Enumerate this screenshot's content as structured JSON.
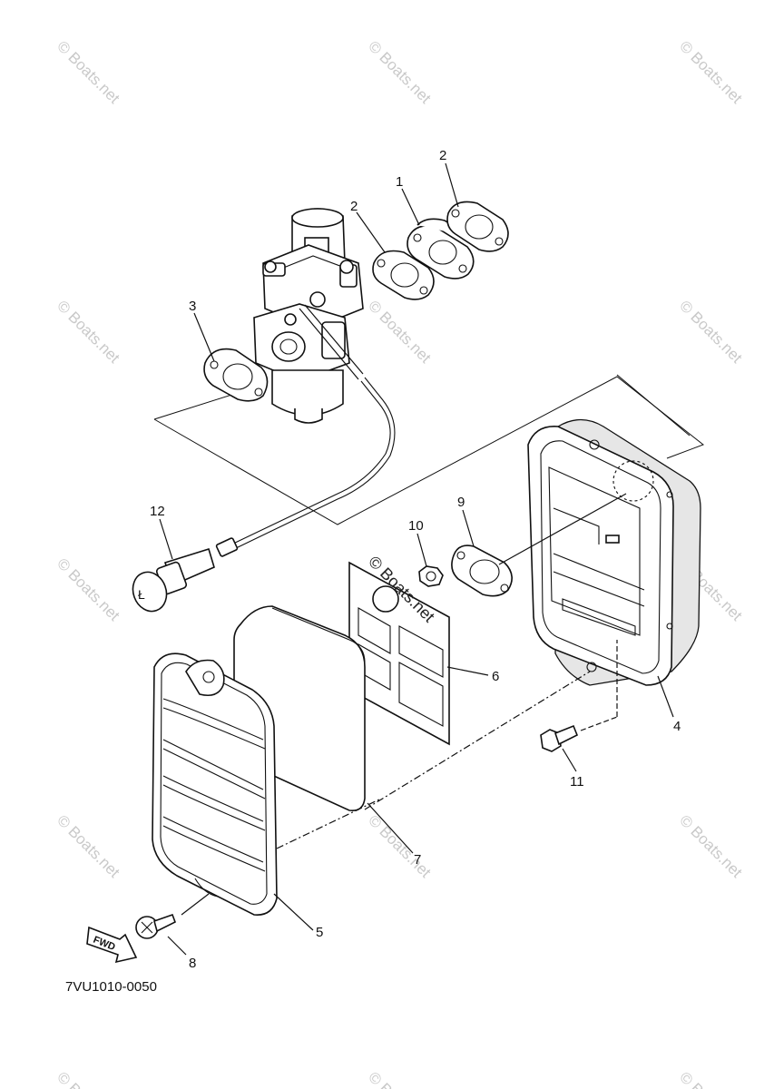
{
  "diagram": {
    "code": "7VU1010-0050",
    "fwd_label": "FWD",
    "watermark": "© Boats.net",
    "callouts": [
      "1",
      "2",
      "2",
      "3",
      "4",
      "5",
      "6",
      "7",
      "8",
      "9",
      "10",
      "11",
      "12"
    ]
  }
}
